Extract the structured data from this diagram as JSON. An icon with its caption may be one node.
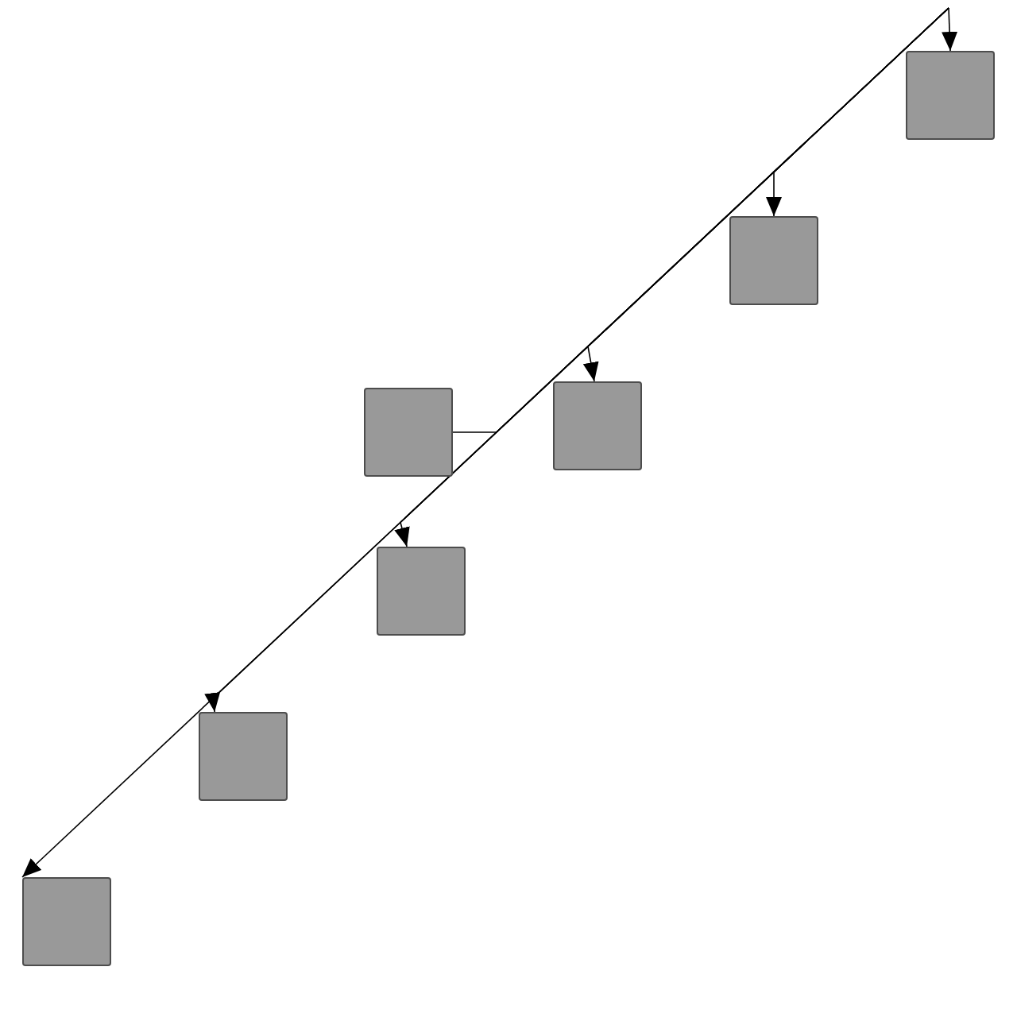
{
  "diagram": {
    "nodes": [
      {
        "text": [],
        "shape": "box"
      },
      {
        "text": [],
        "shape": "box"
      },
      {
        "text": [],
        "shape": "box"
      },
      {
        "text": [],
        "shape": "box"
      },
      {
        "text": [],
        "shape": "box"
      },
      {
        "text": [],
        "shape": "box"
      },
      {
        "text": [],
        "shape": "box"
      }
    ],
    "edges": [
      {
        "from": null,
        "to": 0,
        "arrow": "to"
      },
      {
        "from": null,
        "to": 1,
        "arrow": "to"
      },
      {
        "from": null,
        "to": 3,
        "arrow": "to"
      },
      {
        "from": null,
        "to": 2,
        "arrow": "none"
      },
      {
        "from": null,
        "to": 4,
        "arrow": "to"
      },
      {
        "from": null,
        "to": 5,
        "arrow": "to"
      },
      {
        "from": null,
        "to": 6,
        "arrow": "to"
      }
    ]
  }
}
